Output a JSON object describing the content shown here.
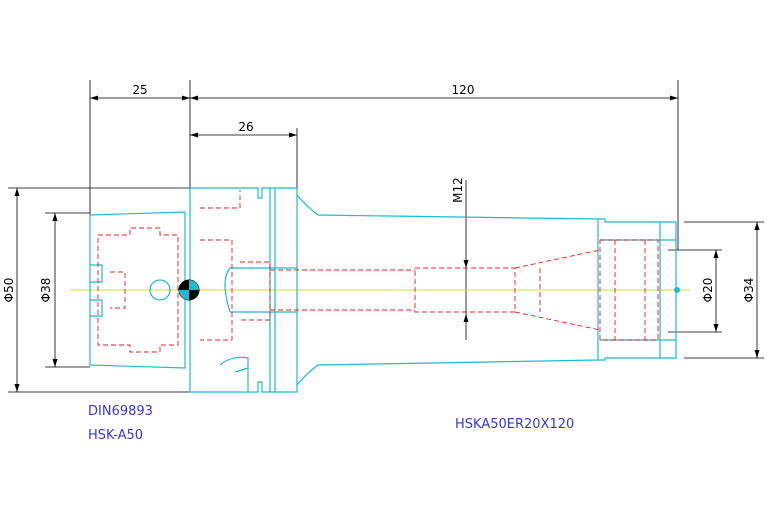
{
  "dimensions": {
    "d25": "25",
    "d120": "120",
    "d26": "26",
    "m12": "M12",
    "dia50": "Φ50",
    "dia38": "Φ38",
    "dia20": "Φ20",
    "dia34": "Φ34"
  },
  "labels": {
    "standard": "DIN69893",
    "interface": "HSK-A50",
    "model": "HSKA50ER20X120"
  },
  "colors": {
    "outline": "#22b8d0",
    "hidden": "#e02020",
    "dimension": "#000000",
    "centerline": "#d8d820",
    "text": "#3838c8"
  }
}
